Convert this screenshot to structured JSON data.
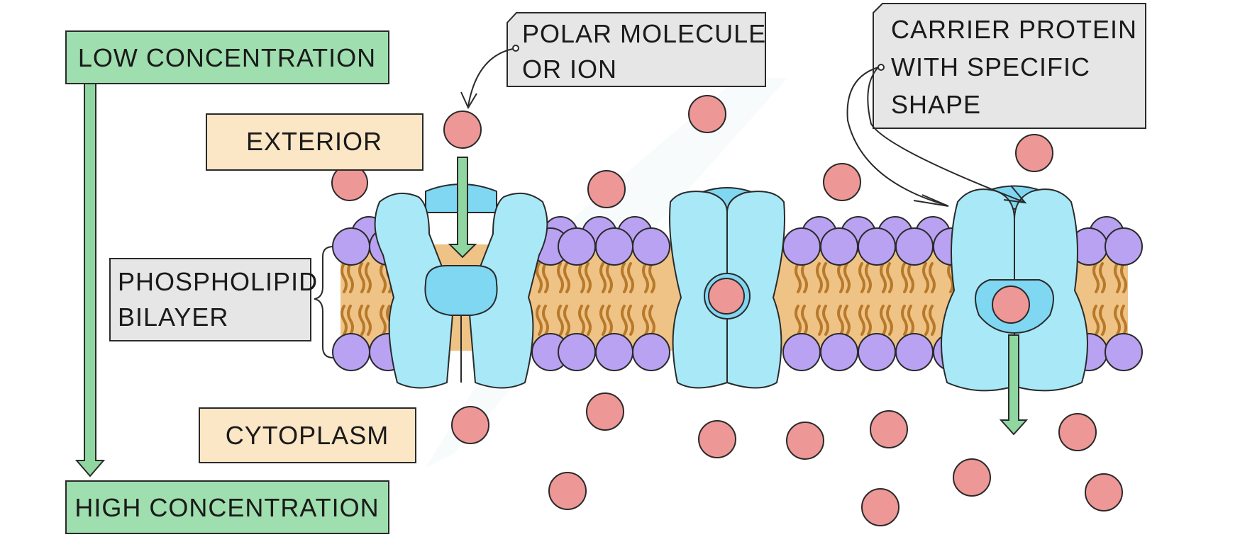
{
  "labels": {
    "low_concentration": "LOW CONCENTRATION",
    "high_concentration": "HIGH CONCENTRATION",
    "exterior": "EXTERIOR",
    "cytoplasm": "CYTOPLASM",
    "phospholipid_line1": "PHOSPHOLIPID",
    "phospholipid_line2": "BILAYER",
    "polar_line1": "POLAR MOLECULE",
    "polar_line2": "OR ION",
    "carrier_line1": "CARRIER PROTEIN",
    "carrier_line2": "WITH SPECIFIC",
    "carrier_line3": "SHAPE"
  },
  "colors": {
    "green_box": "#9fdeae",
    "green_arrow": "#8fd6a0",
    "tan_box": "#fbe6c6",
    "grey_box": "#e6e6e6",
    "phospholipid_head": "#b9a2f2",
    "bilayer_fill": "#eec385",
    "tail": "#b8792a",
    "protein": "#a9e8f7",
    "protein_dark": "#7fd7f2",
    "ion": "#ee9797"
  }
}
